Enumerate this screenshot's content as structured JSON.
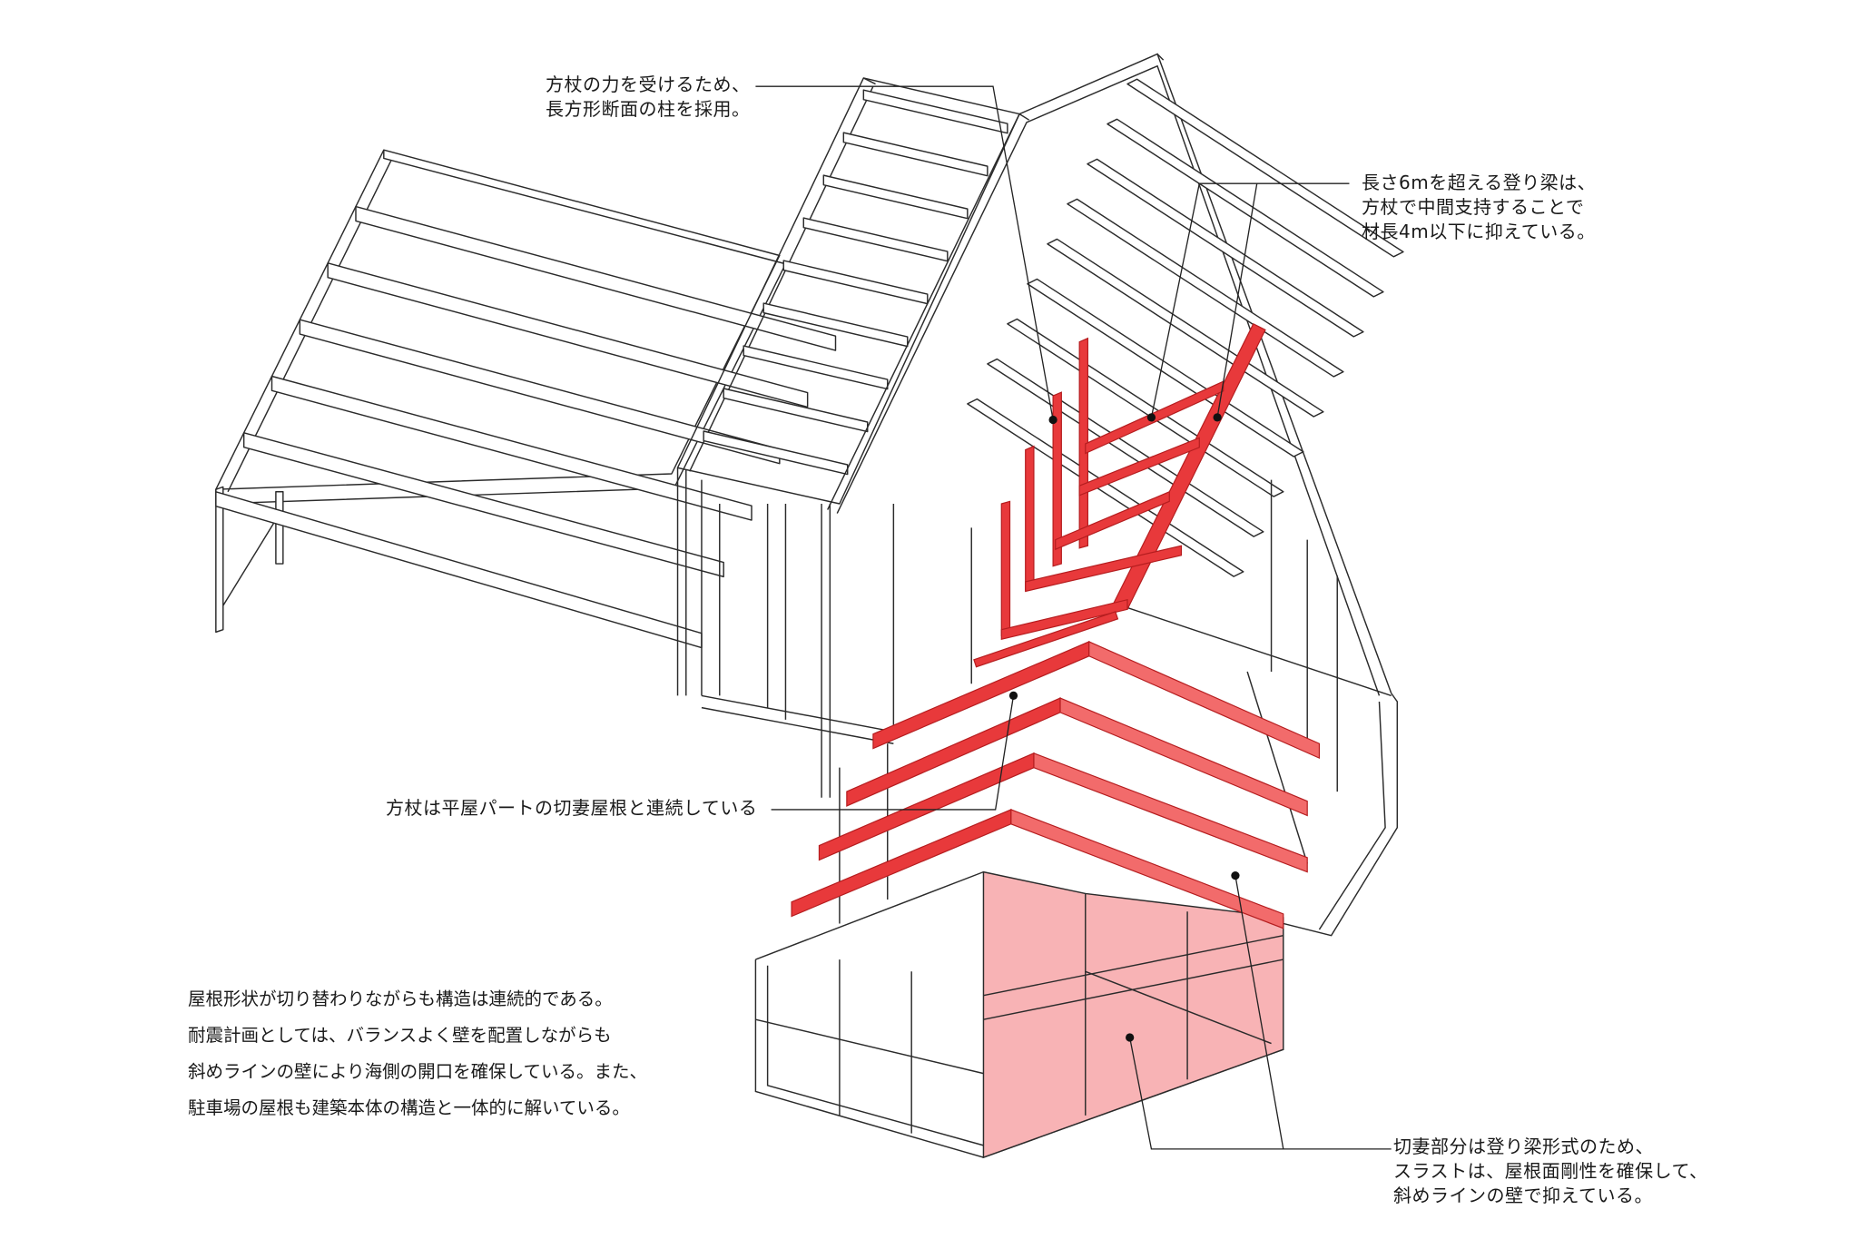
{
  "annotations": {
    "brace_column": [
      "方杖の力を受けるため、",
      "長方形断面の柱を採用。"
    ],
    "rafter_length": [
      "長さ6mを超える登り梁は、",
      "方杖で中間支持することで",
      "材長4m以下に抑えている。"
    ],
    "brace_continuous": [
      "方杖は平屋パートの切妻屋根と連続している"
    ],
    "gable_thrust": [
      "切妻部分は登り梁形式のため、",
      "スラストは、屋根面剛性を確保して、",
      "斜めラインの壁で抑えている。"
    ]
  },
  "description_text": [
    "屋根形状が切り替わりながらも構造は連続的である。",
    "耐震計画としては、バランスよく壁を配置しながらも",
    "斜めラインの壁により海側の開口を確保している。また、",
    "駐車場の屋根も建築本体の構造と一体的に解いている。"
  ],
  "colors": {
    "highlight_member": "#e8393b",
    "highlight_wall": "#f8b3b5",
    "frame_line": "#2b2b2b"
  }
}
